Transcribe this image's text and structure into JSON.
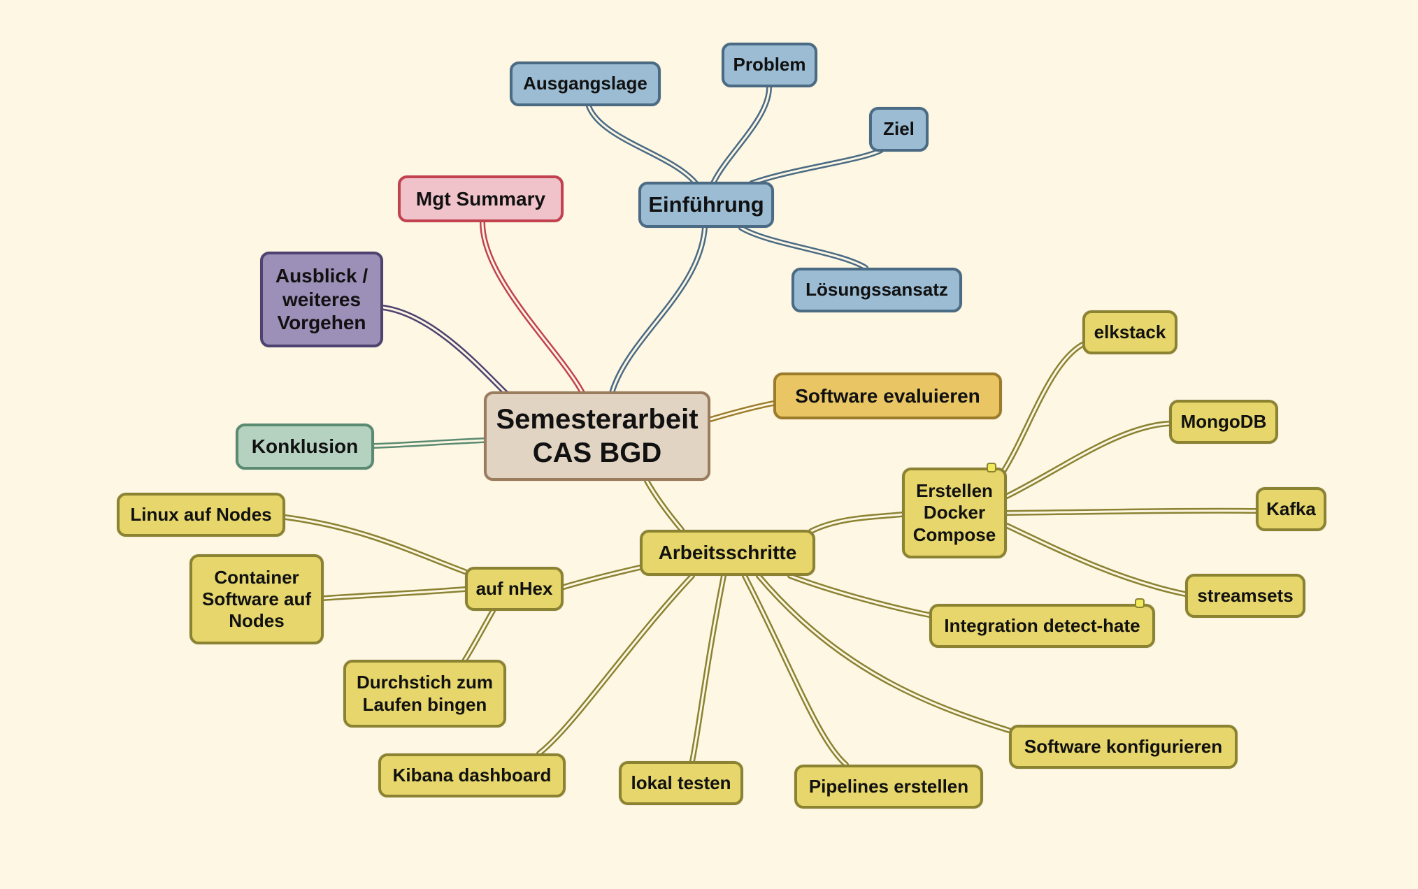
{
  "colors": {
    "background": "#fdf7e4",
    "root": "#e2d4c3",
    "einfuehrung": "#9bbcd3",
    "mgt_summary": "#f0c3cb",
    "ausblick": "#9c8fb8",
    "konklusion": "#b5d2c1",
    "software_evaluieren": "#e9c663",
    "arbeitsschritte": "#e6d66b"
  },
  "root": {
    "line1": "Semesterarbeit",
    "line2": "CAS BGD"
  },
  "einfuehrung": {
    "label": "Einführung",
    "children": {
      "ausgangslage": "Ausgangslage",
      "problem": "Problem",
      "ziel": "Ziel",
      "loesungsansatz": "Lösungssansatz"
    }
  },
  "mgt_summary": {
    "label": "Mgt Summary"
  },
  "ausblick": {
    "line1": "Ausblick /",
    "line2": "weiteres",
    "line3": "Vorgehen"
  },
  "konklusion": {
    "label": "Konklusion"
  },
  "software_evaluieren": {
    "label": "Software evaluieren"
  },
  "arbeitsschritte": {
    "label": "Arbeitsschritte",
    "docker_compose": {
      "line1": "Erstellen",
      "line2": "Docker",
      "line3": "Compose",
      "children": {
        "elkstack": "elkstack",
        "mongodb": "MongoDB",
        "kafka": "Kafka",
        "streamsets": "streamsets"
      }
    },
    "integration": "Integration detect-hate",
    "software_konfigurieren": "Software konfigurieren",
    "pipelines": "Pipelines erstellen",
    "lokal_testen": "lokal testen",
    "kibana": "Kibana dashboard",
    "nhex": {
      "label": "auf nHex",
      "linux": "Linux auf Nodes",
      "container": {
        "line1": "Container",
        "line2": "Software auf",
        "line3": "Nodes"
      },
      "durchstich": {
        "line1": "Durchstich zum",
        "line2": "Laufen bingen"
      }
    }
  }
}
